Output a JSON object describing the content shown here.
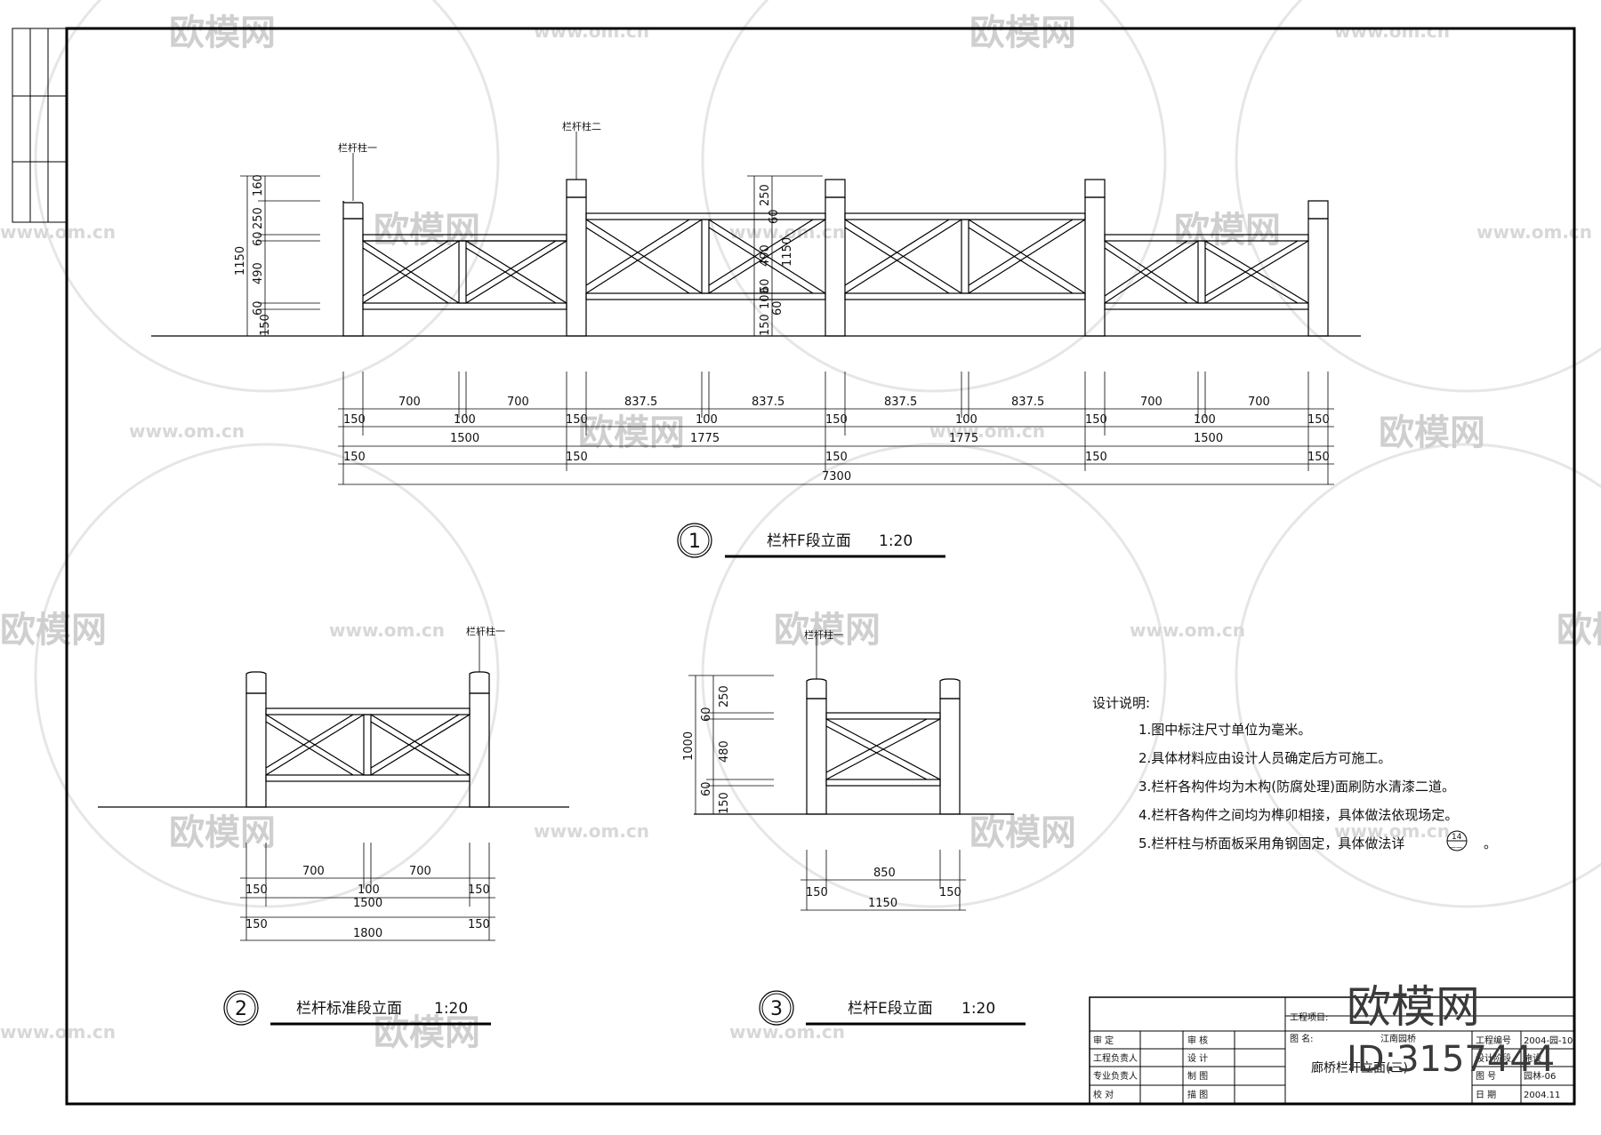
{
  "watermark": {
    "brand": "欧模网",
    "url": "www.om.cn"
  },
  "elevation1": {
    "label_post_one": "栏杆柱一",
    "label_post_two": "栏杆柱二",
    "left_dims": [
      "160",
      "250",
      "60",
      "490",
      "60",
      "150"
    ],
    "left_total": "1150",
    "mid_dims": [
      "250",
      "60",
      "490",
      "100",
      "60",
      "60",
      "150"
    ],
    "mid_total": "1150",
    "row1": [
      "700",
      "700",
      "837.5",
      "837.5",
      "837.5",
      "837.5",
      "700",
      "700"
    ],
    "row2": [
      "150",
      "100",
      "150",
      "100",
      "150",
      "100",
      "150",
      "100",
      "150"
    ],
    "row3": [
      "1500",
      "1775",
      "1775",
      "1500"
    ],
    "row4": [
      "150",
      "150",
      "150",
      "150",
      "150"
    ],
    "total": "7300",
    "number": "1",
    "title": "栏杆F段立面",
    "scale": "1:20"
  },
  "elevation2": {
    "label_post": "栏杆柱一",
    "row1": [
      "700",
      "100",
      "700"
    ],
    "row2": [
      "150",
      "150"
    ],
    "row3": "1500",
    "row4": [
      "150",
      "150"
    ],
    "total": "1800",
    "number": "2",
    "title": "栏杆标准段立面",
    "scale": "1:20"
  },
  "elevation3": {
    "label_post": "栏杆柱一",
    "left_dims": [
      "250",
      "60",
      "480",
      "60",
      "150"
    ],
    "left_total": "1000",
    "row1": "850",
    "row2": [
      "150",
      "150"
    ],
    "total": "1150",
    "number": "3",
    "title": "栏杆E段立面",
    "scale": "1:20"
  },
  "notes": {
    "heading": "设计说明:",
    "items": [
      "1.图中标注尺寸单位为毫米。",
      "2.具体材料应由设计人员确定后方可施工。",
      "3.栏杆各构件均为木构(防腐处理)面刷防水清漆二道。",
      "4.栏杆各构件之间均为榫卯相接，具体做法依现场定。",
      "5.栏杆柱与桥面板采用角钢固定，具体做法详"
    ],
    "ref_top": "14",
    "ref_bottom": "——",
    "end": "。"
  },
  "titleblock": {
    "project_label": "工程项目:",
    "name_label": "图    名:",
    "project_value": "江南园桥",
    "drawing_title": "廊桥栏杆立面(三)",
    "left_labels": [
      "审    定",
      "工程负责人",
      "专业负责人",
      "校    对"
    ],
    "mid_labels": [
      "审    核",
      "设    计",
      "制    图",
      "描    图"
    ],
    "right_labels": [
      "工程编号",
      "设计阶段",
      "图    号",
      "日    期"
    ],
    "right_values": [
      "2004-园-10",
      "施设",
      "园林-06",
      "2004.11"
    ]
  },
  "overlay": {
    "brand": "欧模网",
    "id": "ID:3157444"
  }
}
